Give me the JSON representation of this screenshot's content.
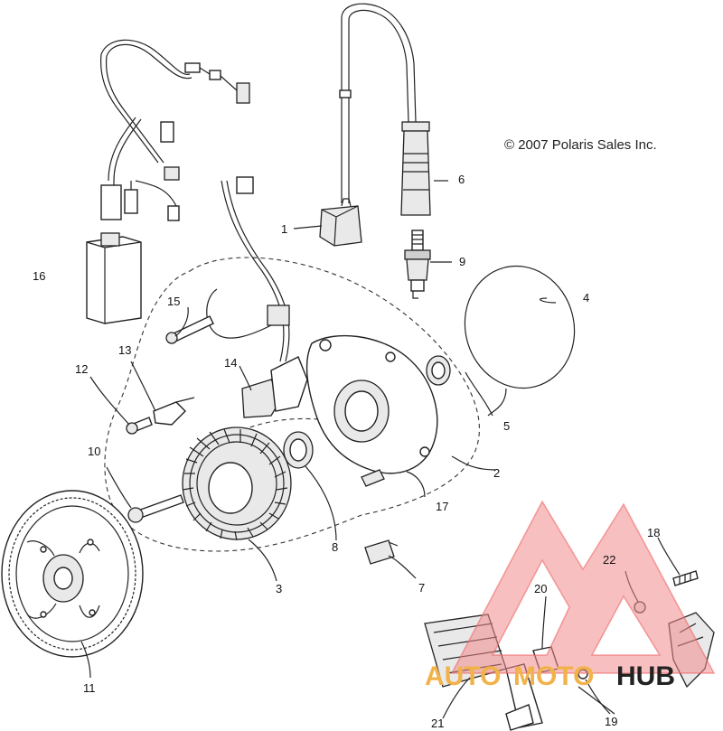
{
  "copyright": "© 2007 Polaris Sales Inc.",
  "callouts": [
    {
      "id": "callout-1",
      "label": "1"
    },
    {
      "id": "callout-2",
      "label": "2"
    },
    {
      "id": "callout-3",
      "label": "3"
    },
    {
      "id": "callout-4",
      "label": "4"
    },
    {
      "id": "callout-5",
      "label": "5"
    },
    {
      "id": "callout-6",
      "label": "6"
    },
    {
      "id": "callout-7",
      "label": "7"
    },
    {
      "id": "callout-8",
      "label": "8"
    },
    {
      "id": "callout-9",
      "label": "9"
    },
    {
      "id": "callout-10",
      "label": "10"
    },
    {
      "id": "callout-11",
      "label": "11"
    },
    {
      "id": "callout-12",
      "label": "12"
    },
    {
      "id": "callout-13",
      "label": "13"
    },
    {
      "id": "callout-14",
      "label": "14"
    },
    {
      "id": "callout-15",
      "label": "15"
    },
    {
      "id": "callout-16",
      "label": "16"
    },
    {
      "id": "callout-17",
      "label": "17"
    },
    {
      "id": "callout-18",
      "label": "18"
    },
    {
      "id": "callout-19",
      "label": "19"
    },
    {
      "id": "callout-20",
      "label": "20"
    },
    {
      "id": "callout-21",
      "label": "21"
    },
    {
      "id": "callout-22",
      "label": "22"
    }
  ],
  "watermark": {
    "part1": "AUTO",
    "part2": "MOTO",
    "part3": "HUB",
    "colors": {
      "auto": "#f2b24a",
      "moto": "#f2b24a",
      "hub": "#222222",
      "triangle": "#f08a8a"
    }
  }
}
